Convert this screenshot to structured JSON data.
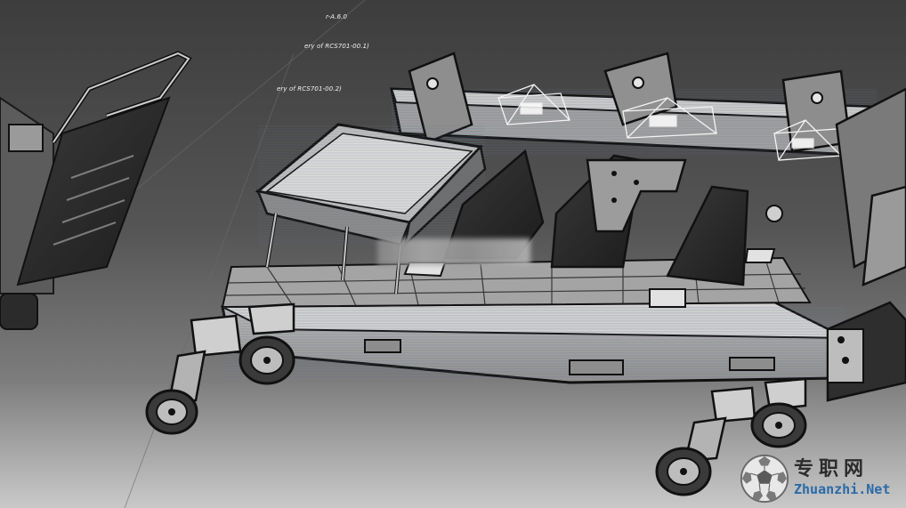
{
  "model_tree_labels": [
    "r-A.6.0",
    "ery of RCS701-00.1)",
    "ery of RCS701-00.2)"
  ],
  "watermark": {
    "chinese_text": "专职网",
    "site_text": "Zhuanzhi.Net",
    "logo_icon": "soccer-ball-icon"
  },
  "colors": {
    "background_dark": "#3d3d3d",
    "background_light": "#c9c9c9",
    "site_text": "#2a6aa8"
  }
}
